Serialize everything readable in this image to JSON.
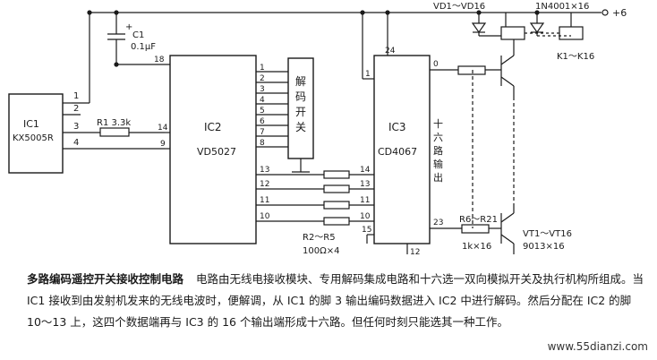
{
  "diagram": {
    "ic1": {
      "name": "IC1",
      "part": "KX5005R",
      "pins": [
        "1",
        "2",
        "3",
        "4"
      ]
    },
    "ic2": {
      "name": "IC2",
      "part": "VD5027",
      "pin_labels": [
        "18",
        "14",
        "9",
        "13",
        "12",
        "11",
        "10"
      ]
    },
    "ic3": {
      "name": "IC3",
      "part": "CD4067",
      "pin_labels": [
        "1",
        "24",
        "0",
        "14",
        "13",
        "11",
        "10",
        "15",
        "23",
        "12"
      ]
    },
    "capacitor": {
      "name": "C1",
      "value": "0.1μF",
      "polarity": "+"
    },
    "r1": "R1 3.3k",
    "dip_switch_label": [
      "解",
      "码",
      "开",
      "关"
    ],
    "dip_switch_pins": [
      "1",
      "2",
      "3",
      "4",
      "5",
      "6",
      "7",
      "8"
    ],
    "mux_out_label": [
      "十",
      "六",
      "路",
      "输",
      "出"
    ],
    "r2_r5": {
      "name": "R2～R5",
      "value": "100Ω×4"
    },
    "r6_r21": {
      "name": "R6～R21",
      "value": "1k×16"
    },
    "transistors": {
      "name": "VT1～VT16",
      "part": "9013×16"
    },
    "diodes_vd": "VD1～VD16",
    "diodes_1n": "1N4001×16",
    "relays": "K1～K16",
    "supply": "+6"
  },
  "caption": {
    "title": "多路编码遥控开关接收控制电路",
    "text": "电路由无线电接收模块、专用解码集成电路和十六选一双向模拟开关及执行机构所组成。当 IC1 接收到由发射机发来的无线电波时，便解调，从 IC1 的脚 3 输出编码数据进入 IC2 中进行解码。然后分配在 IC2 的脚 10～13 上，这四个数据端再与 IC3 的 16 个输出端形成十六路。但任何时刻只能选其一种工作。"
  },
  "watermark": "www.55dianzi.com"
}
